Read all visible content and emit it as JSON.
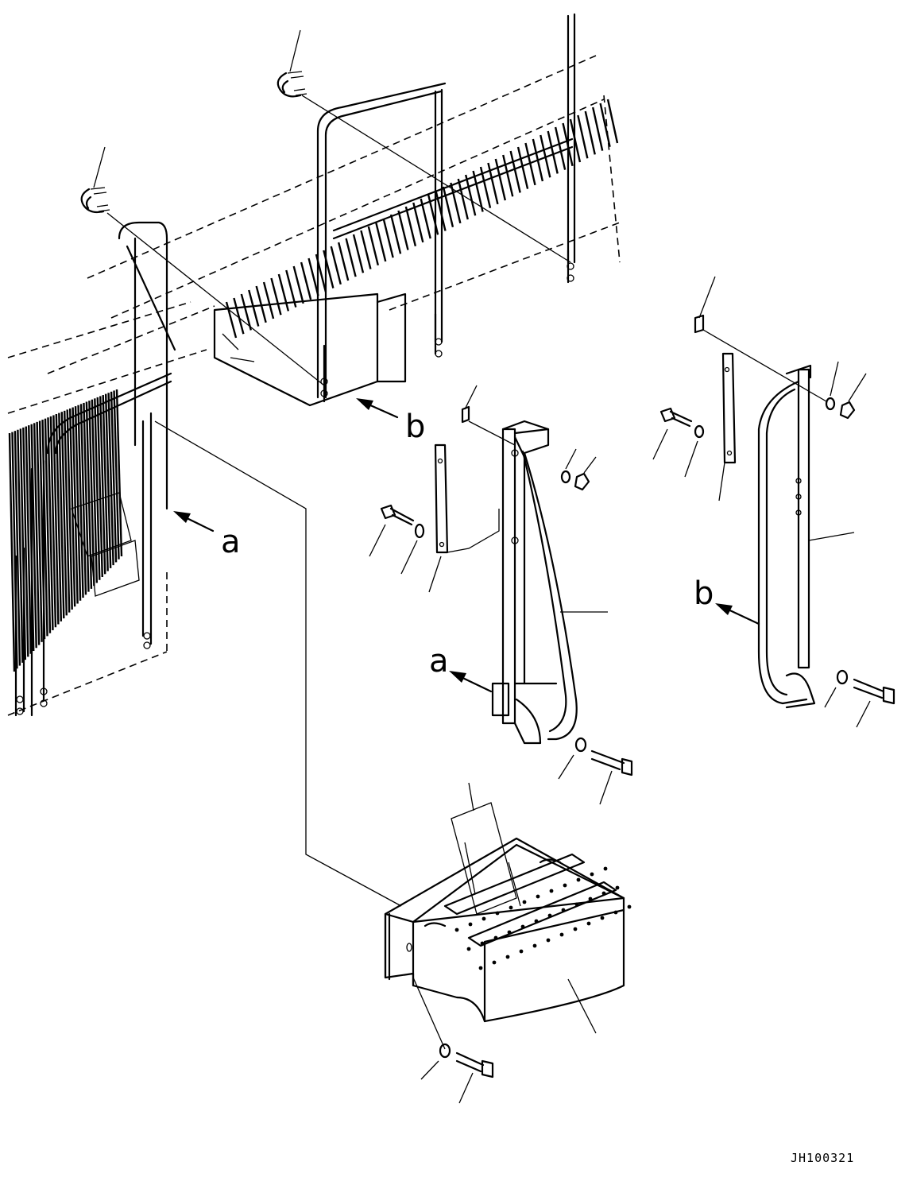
{
  "drawing": {
    "callouts": {
      "arrow_a_left": "a",
      "arrow_b_upper": "b",
      "view_a_label": "a",
      "view_b_label": "b"
    },
    "drawing_code": "JH100321"
  }
}
